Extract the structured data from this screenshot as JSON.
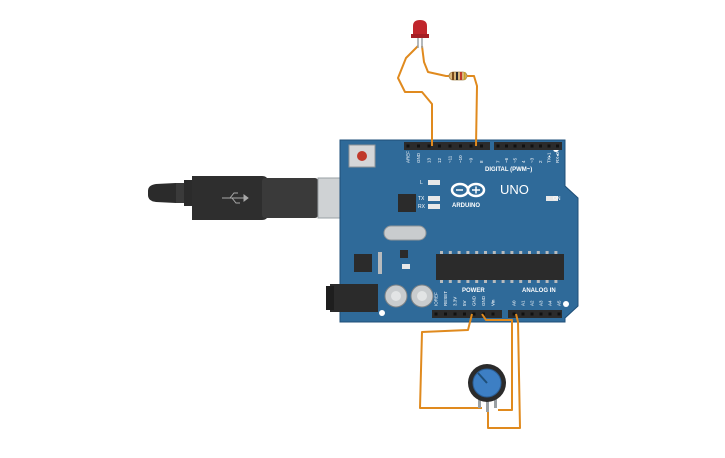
{
  "board": {
    "brand": "ARDUINO",
    "model": "UNO",
    "on_label": "ON",
    "l_label": "L",
    "tx_label": "TX",
    "rx_label": "RX",
    "digital_header": "DIGITAL (PWM~)",
    "power_header": "POWER",
    "analog_header": "ANALOG IN",
    "digital_pins": [
      "AREF",
      "GND",
      "13",
      "12",
      "~11",
      "~10",
      "~9",
      "8",
      "7",
      "~6",
      "~5",
      "4",
      "~3",
      "2",
      "TX▸1",
      "RX◂0"
    ],
    "power_pins": [
      "IOREF",
      "RESET",
      "3.3V",
      "5V",
      "GND",
      "GND",
      "Vin"
    ],
    "analog_pins": [
      "A0",
      "A1",
      "A2",
      "A3",
      "A4",
      "A5"
    ]
  },
  "colors": {
    "board": "#2f6a99",
    "board_edge": "#1f4f78",
    "wire": "#e08a1e",
    "led": "#c0262c",
    "pot_knob": "#3d7fc4",
    "usb_cable": "#2b2b2b"
  },
  "components": {
    "led": "led",
    "resistor": "resistor",
    "potentiometer": "potentiometer",
    "usb": "usb-cable"
  }
}
